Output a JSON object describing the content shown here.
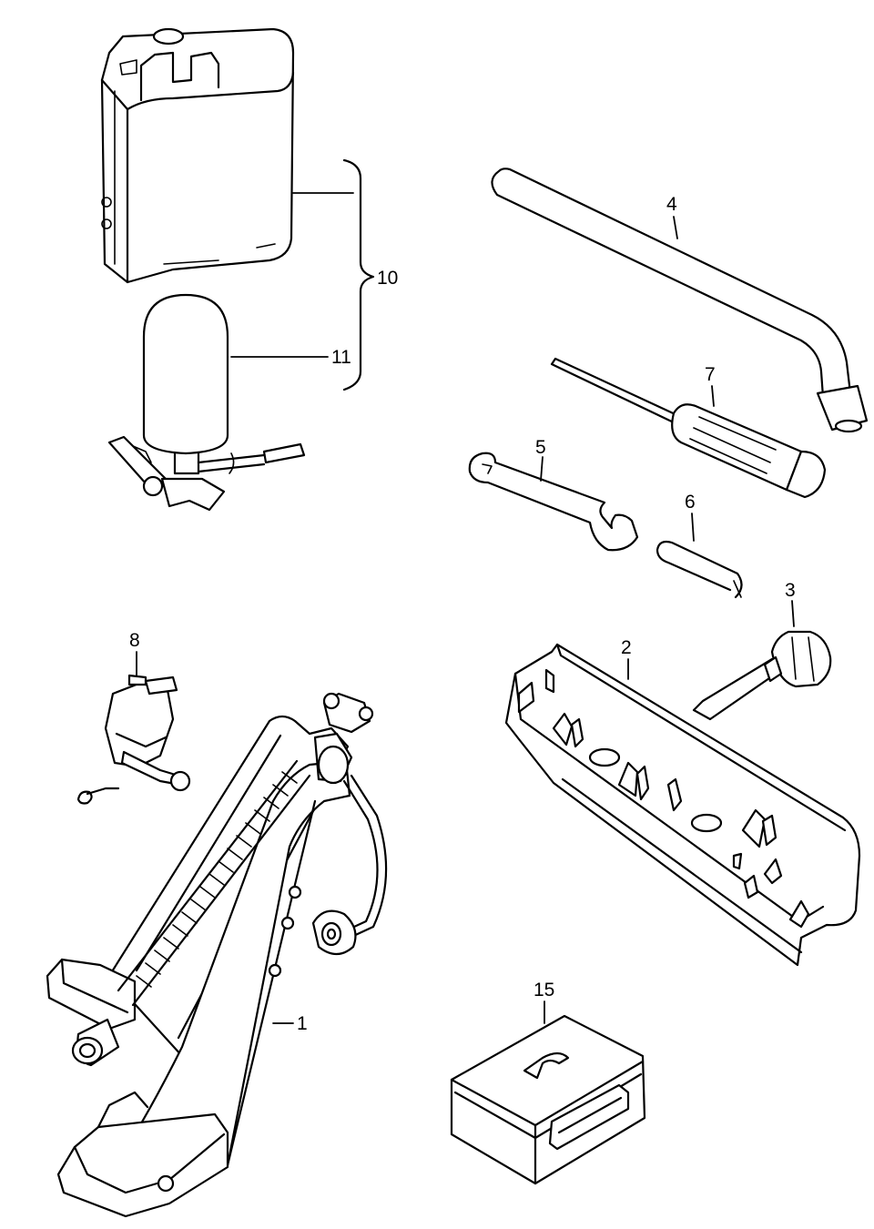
{
  "callouts": {
    "c1": "1",
    "c2": "2",
    "c3": "3",
    "c4": "4",
    "c5": "5",
    "c6": "6",
    "c7": "7",
    "c8": "8",
    "c10": "10",
    "c11": "11",
    "c15": "15"
  }
}
